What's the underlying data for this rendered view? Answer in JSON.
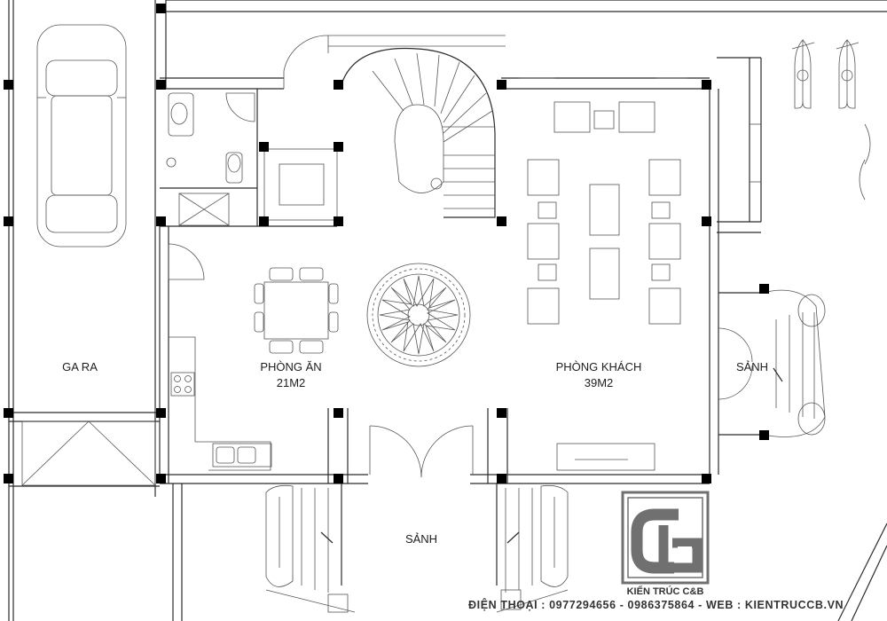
{
  "rooms": {
    "garage": "GA RA",
    "dining_name": "PHÒNG ĂN",
    "dining_area": "21M2",
    "living_name": "PHÒNG KHÁCH",
    "living_area": "39M2",
    "lobby_front": "SẢNH",
    "lobby_side": "SẢNH"
  },
  "brand": {
    "name": "KIẾN TRÚC C&B",
    "contact": "ĐIỆN THOẠI : 0977294656 - 0986375864 - WEB : KIENTRUCCB.VN"
  },
  "colors": {
    "logo_gray": "#707070",
    "columns": "#000000",
    "walls": "#2b2b2b"
  }
}
